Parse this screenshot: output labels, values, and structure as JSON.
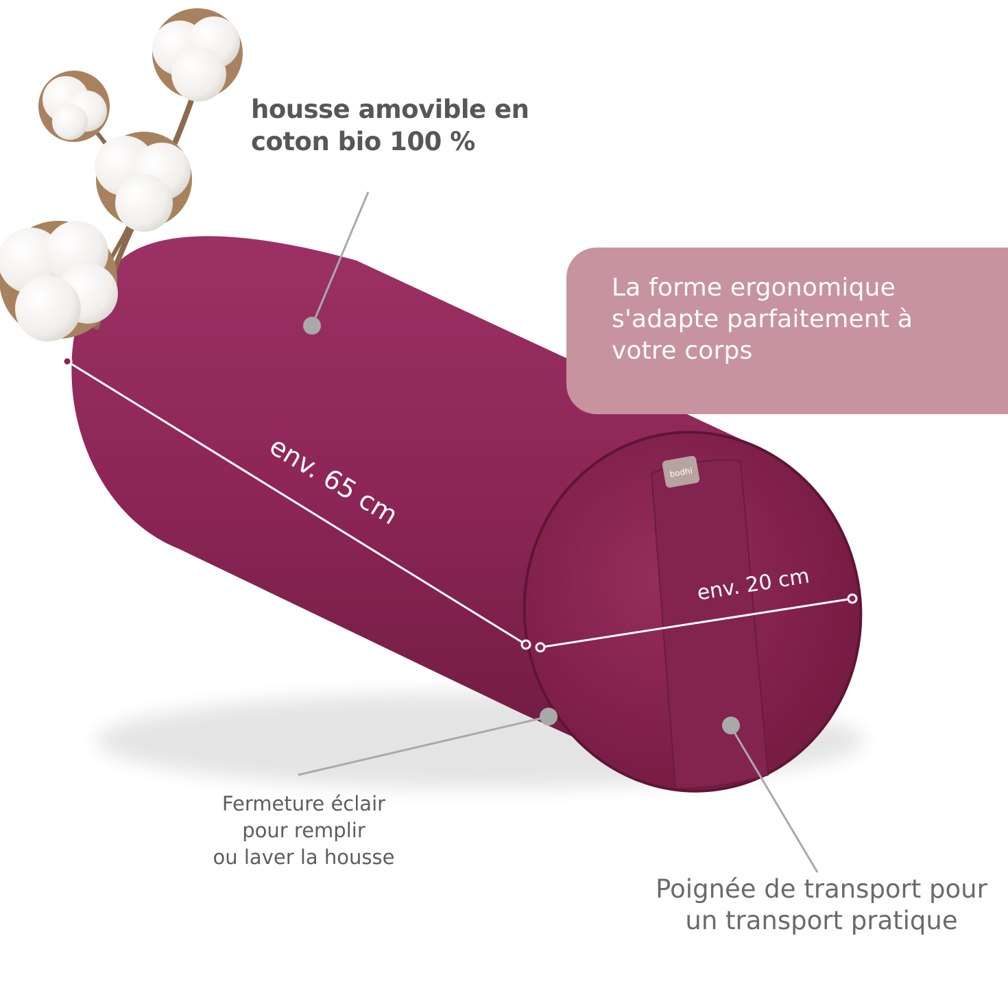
{
  "headline": {
    "line1": "housse amovible en",
    "line2": "coton bio 100 %"
  },
  "banner": {
    "line1": "La forme ergonomique",
    "line2": "s'adapte parfaitement à",
    "line3": "votre corps"
  },
  "dimensions": {
    "length_label": "env. 65 cm",
    "diameter_label": "env. 20 cm"
  },
  "zip_callout": {
    "line1": "Fermeture éclair",
    "line2": "pour remplir",
    "line3": "ou laver la housse"
  },
  "handle_callout": {
    "line1": "Poignée de transport pour",
    "line2": "un transport pratique"
  },
  "brand_tag": "bodhi",
  "colors": {
    "bolster": "#8b2454",
    "banner": "#c7939f",
    "callout_dot": "#a9a9a9",
    "text": "#5f5f5f"
  }
}
